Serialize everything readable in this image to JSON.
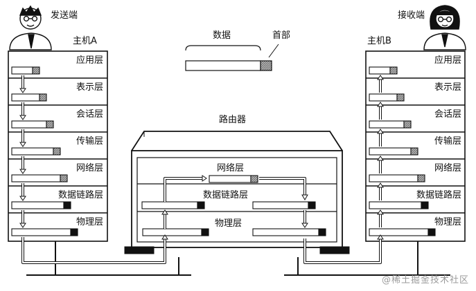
{
  "sender_label": "发送端",
  "receiver_label": "接收端",
  "host_a": "主机A",
  "host_b": "主机B",
  "router_label": "路由器",
  "data_label": "数据",
  "header_label": "首部",
  "layers": [
    "应用层",
    "表示层",
    "会话层",
    "传输层",
    "网络层",
    "数据链路层",
    "物理层"
  ],
  "router_layers": [
    "网络层",
    "数据链路层",
    "物理层"
  ],
  "watermark": "@稀土掘金技术社区"
}
